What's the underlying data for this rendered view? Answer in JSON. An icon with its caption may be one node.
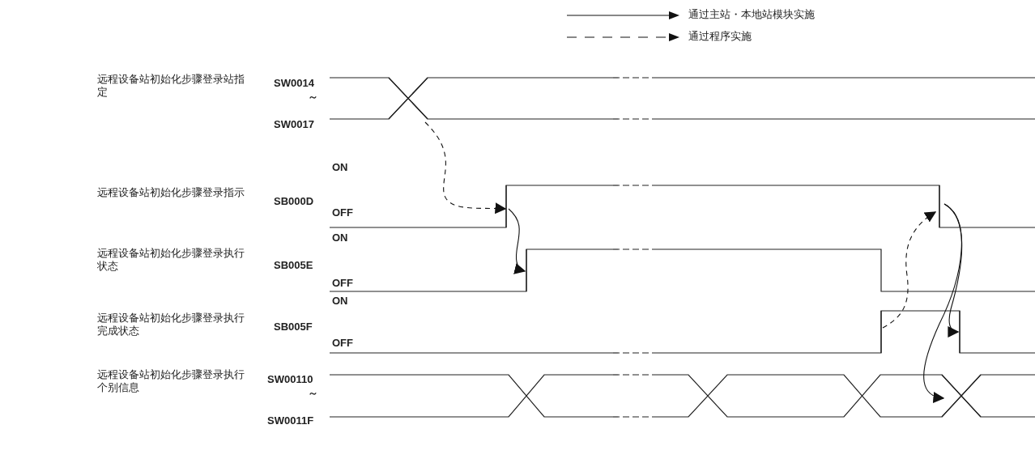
{
  "diagram": {
    "nodes": [
      {
        "text": [],
        "shape": "cross"
      },
      {
        "text": [],
        "shape": "step"
      },
      {
        "text": [],
        "shape": "step"
      },
      {
        "text": [],
        "shape": "step"
      },
      {
        "text": [],
        "shape": "step"
      },
      {
        "text": [],
        "shape": "step"
      },
      {
        "text": [],
        "shape": "cross"
      }
    ],
    "edges": [
      {
        "from": 0,
        "to": 1,
        "arrow": "to",
        "style": "dashed"
      },
      {
        "from": 1,
        "to": 3,
        "arrow": "to"
      },
      {
        "from": 4,
        "to": 2,
        "arrow": "to",
        "style": "dashed"
      },
      {
        "from": 2,
        "to": 5,
        "arrow": "to"
      },
      {
        "from": 2,
        "to": 6,
        "arrow": "to"
      }
    ],
    "labels": [
      "远程设备站初始化步骤登录站指定",
      "SW0014",
      "～",
      "SW0017",
      "ON",
      "远程设备站初始化步骤登录指示",
      "SB000D",
      "OFF",
      "ON",
      "远程设备站初始化步骤登录执行状态",
      "SB005E",
      "OFF",
      "ON",
      "远程设备站初始化步骤登录执行完成状态",
      "SB005F",
      "OFF",
      "远程设备站初始化步骤登录执行个别信息",
      "SW00110",
      "～",
      "SW0011F"
    ],
    "legend": [
      {
        "text": "通过主站・本地站模块实施"
      },
      {
        "text": "通过程序实施"
      }
    ]
  }
}
